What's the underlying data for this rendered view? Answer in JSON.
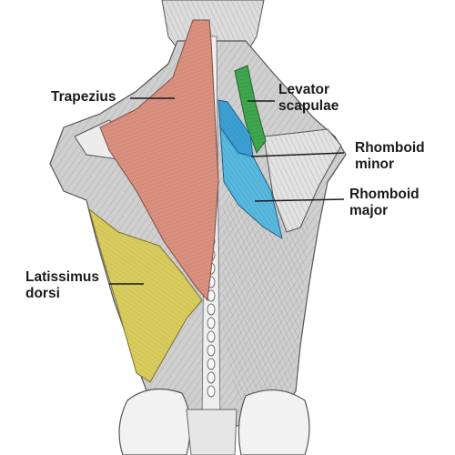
{
  "figure": {
    "labels": {
      "trapezius": [
        "Trapezius"
      ],
      "levator_scapulae": [
        "Levator",
        "scapulae"
      ],
      "rhomboid_minor": [
        "Rhomboid",
        "minor"
      ],
      "rhomboid_major": [
        "Rhomboid",
        "major"
      ],
      "latissimus_dorsi": [
        "Latissimus",
        "dorsi"
      ]
    }
  },
  "colors": {
    "trapezius": "#D9907F",
    "levator_scapulae": "#3FA64E",
    "rhomboid_minor": "#3C9FD2",
    "rhomboid_major": "#58B8DE",
    "latissimus_dorsi": "#D9CC5E",
    "bone": "#EFEFEF",
    "background_muscle": "#C9C9C9",
    "leader_line": "#1A1A1A"
  }
}
